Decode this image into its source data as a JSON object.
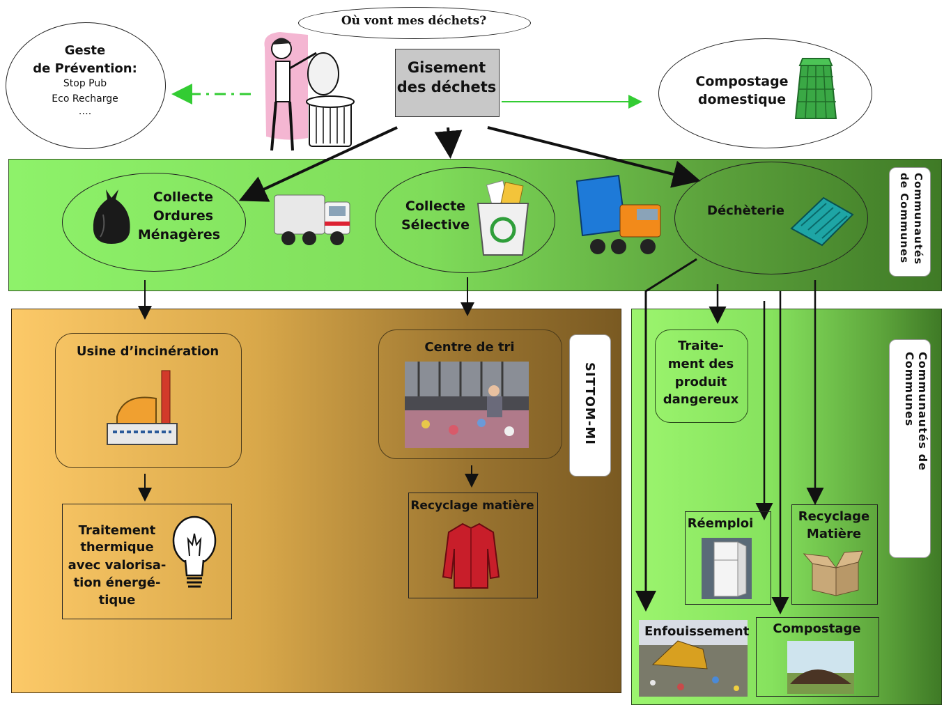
{
  "speech_bubble": "Où vont mes déchets?",
  "source": {
    "line1": "Gisement",
    "line2": "des déchets"
  },
  "prevention": {
    "title1": "Geste",
    "title2": "de Prévention:",
    "item1": "Stop Pub",
    "item2": "Eco Recharge",
    "item3": "…."
  },
  "compostage_domestique": {
    "line1": "Compostage",
    "line2": "domestique"
  },
  "collecte_om": {
    "line1": "Collecte",
    "line2": "Ordures",
    "line3": "Ménagères"
  },
  "collecte_selective": {
    "line1": "Collecte",
    "line2": "Sélective"
  },
  "decheterie": "Déchèterie",
  "band_labels": {
    "top": "Communautés de Communes",
    "middle": "SITTOM-MI",
    "right": "Communautés de Communes"
  },
  "incineration": "Usine d’incinération",
  "centre_tri": "Centre de tri",
  "traitement_thermique": {
    "l1": "Traitement",
    "l2": "thermique",
    "l3": "avec valorisa-",
    "l4": "tion énergé-",
    "l5": "tique"
  },
  "recyclage_matiere_mid": "Recyclage matière",
  "dangereux": {
    "l1": "Traite-",
    "l2": "ment des",
    "l3": "produit",
    "l4": "dangereux"
  },
  "reemploi": "Réemploi",
  "recyclage_matiere_right": {
    "l1": "Recyclage",
    "l2": "Matière"
  },
  "enfouissement": "Enfouissement",
  "compostage": "Compostage",
  "colors": {
    "green_band": "#7fdc5a",
    "brown_band": "#c8963c",
    "arrow_green": "#33cc33",
    "grey_box": "#c8c8c8"
  }
}
